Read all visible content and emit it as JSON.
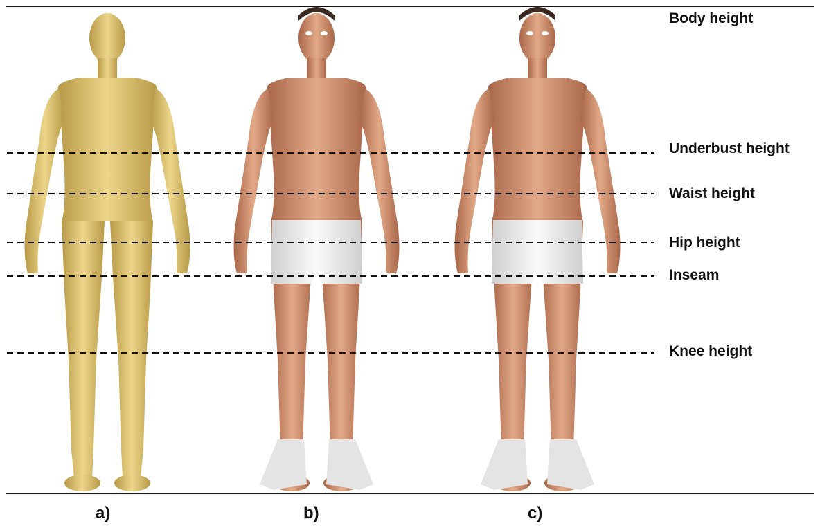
{
  "measurements": [
    {
      "key": "body_height",
      "label": "Body height"
    },
    {
      "key": "underbust_height",
      "label": "Underbust height"
    },
    {
      "key": "waist_height",
      "label": "Waist height"
    },
    {
      "key": "hip_height",
      "label": "Hip height"
    },
    {
      "key": "inseam",
      "label": "Inseam"
    },
    {
      "key": "knee_height",
      "label": "Knee height"
    }
  ],
  "panels": [
    {
      "label": "a)",
      "figure": "3d-scan-body-figure",
      "color": "#d9bf6a"
    },
    {
      "label": "b)",
      "figure": "avatar-body-figure",
      "color": "#d9a078"
    },
    {
      "label": "c)",
      "figure": "avatar-body-figure",
      "color": "#d9a078"
    }
  ],
  "colors": {
    "scan": "#d9bf6a",
    "skin": "#d69b76",
    "underwear": "#eeeeee",
    "socks": "#e4e4e4",
    "line": "#111111"
  }
}
